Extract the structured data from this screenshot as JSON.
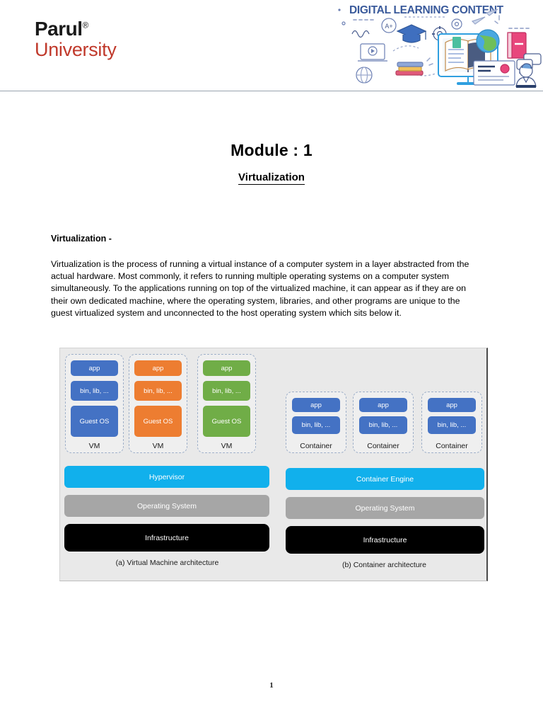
{
  "header": {
    "logo": {
      "name": "Parul",
      "registered_mark": "®",
      "subtitle": "University"
    },
    "banner": {
      "title": "DIGITAL LEARNING CONTENT",
      "icons": [
        "graduation-cap-icon",
        "gear-icon",
        "globe-icon",
        "book-icon",
        "monitor-icon",
        "open-book-icon",
        "laptop-play-icon",
        "books-stack-icon",
        "speech-bubble-icon",
        "person-avatar-icon",
        "certificate-card-icon",
        "paper-plane-icon",
        "grade-badge-icon",
        "waveform-icon"
      ],
      "accent_color": "#3a5a9b"
    }
  },
  "document": {
    "module_title": "Module : 1",
    "module_subtitle": "Virtualization",
    "section_heading": "Virtualization -",
    "paragraph": "Virtualization is the process of running a virtual instance of a computer system in a layer abstracted from the actual hardware. Most commonly, it refers to running multiple operating systems on a computer system simultaneously. To the applications running on top of the virtualized machine, it can appear as if they are on their own dedicated machine, where the operating system, libraries, and other programs are unique to the guest virtualized system and unconnected to the host operating system which sits below it.",
    "page_number": "1"
  },
  "diagram": {
    "colors": {
      "background": "#e9e9e9",
      "blue": "#4472c4",
      "orange": "#ed7d31",
      "green": "#70ad47",
      "cyan": "#11b0ec",
      "gray": "#a6a6a6",
      "black": "#000000"
    },
    "vm_architecture": {
      "caption": "(a) Virtual Machine architecture",
      "units": [
        {
          "app": "app",
          "bin": "bin, lib, ...",
          "os": "Guest OS",
          "label": "VM"
        },
        {
          "app": "app",
          "bin": "bin, lib, ...",
          "os": "Guest OS",
          "label": "VM"
        },
        {
          "app": "app",
          "bin": "bin, lib, ...",
          "os": "Guest OS",
          "label": "VM"
        }
      ],
      "layers": [
        {
          "label": "Hypervisor"
        },
        {
          "label": "Operating System"
        },
        {
          "label": "Infrastructure"
        }
      ]
    },
    "container_architecture": {
      "caption": "(b) Container architecture",
      "units": [
        {
          "app": "app",
          "bin": "bin, lib, ...",
          "label": "Container"
        },
        {
          "app": "app",
          "bin": "bin, lib, ...",
          "label": "Container"
        },
        {
          "app": "app",
          "bin": "bin, lib, ...",
          "label": "Container"
        }
      ],
      "layers": [
        {
          "label": "Container Engine"
        },
        {
          "label": "Operating System"
        },
        {
          "label": "Infrastructure"
        }
      ]
    }
  }
}
